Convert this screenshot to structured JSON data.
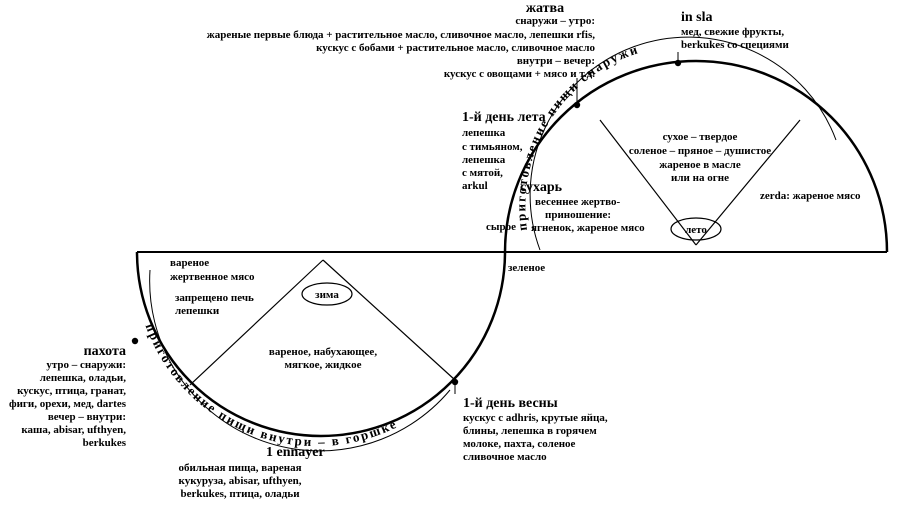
{
  "seasons": {
    "summer": "лето",
    "winter": "зима"
  },
  "arcs": {
    "outside": "приготовление пищи снаружи",
    "inside": "приготовление пищи внутри – в горшке"
  },
  "labels": {
    "harvest_title": "жатва",
    "harvest_lines": [
      "снаружи – утро:",
      "жареные первые блюда + растительное масло, сливочное масло, лепешки rfis,",
      "кускус с бобами + растительное масло, сливочное масло",
      "внутри – вечер:",
      "кускус с овощами + мясо и т.д."
    ],
    "insla_title": "in sla",
    "insla_lines": [
      "мед, свежие фрукты,",
      "berkukes со специями"
    ],
    "summer_day_title": "1-й день лета",
    "summer_day_lines": [
      "лепешка",
      "с тимьяном,",
      "лепешка",
      "с мятой,",
      "arkul"
    ],
    "summer_sector_lines": [
      "сухое – твердое",
      "соленое – пряное – душистое",
      "жареное в масле",
      "или на огне"
    ],
    "zerda": "zerda: жареное мясо",
    "sukhar_title": "сухарь",
    "sukhar_lines": [
      "весеннее жертво-",
      "приношение:",
      "ягненок, жареное мясо"
    ],
    "syroe": "сырое",
    "zelenoe": "зеленое",
    "winter_left_lines": [
      "вареное",
      "жертвенное мясо",
      "",
      "запрещено печь",
      "лепешки"
    ],
    "winter_sector_lines": [
      "вареное, набухающее,",
      "мягкое, жидкое"
    ],
    "plowing_title": "пахота",
    "plowing_lines": [
      "утро – снаружи:",
      "лепешка, оладьи,",
      "кускус, птица, гранат,",
      "фиги, орехи, мед, dartes",
      "вечер – внутри:",
      "каша, abisar, ufthyen,",
      "berkukes"
    ],
    "ennayer_title": "1 ennayer",
    "ennayer_lines": [
      "обильная пища, вареная",
      "кукуруза, abisar, ufthyen,",
      "berkukes, птица, оладьи"
    ],
    "spring_title": "1-й день весны",
    "spring_lines": [
      "кускус с adhris, крутые яйца,",
      "блины, лепешка в горячем",
      "молоке, пахта, соленое",
      "сливочное масло"
    ]
  }
}
